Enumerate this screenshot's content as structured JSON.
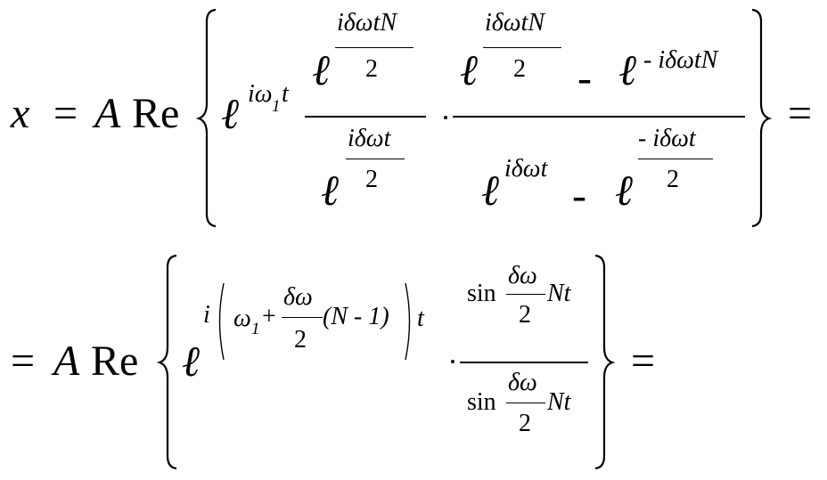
{
  "eq1": {
    "lhs_var": "x",
    "equals": "=",
    "A": "A",
    "Re": "Re",
    "ell": "ℓ",
    "exp_pre": "iω",
    "exp_sub": "1",
    "exp_t": "t",
    "exp_num": "iδωtN",
    "two": "2",
    "den_exp_num": "iδωt",
    "minus": "-",
    "neg_exp": "- iδωtN",
    "den2_exp": "iδωt",
    "neg_half_exp": "- iδωt",
    "equals_end": "="
  },
  "eq2": {
    "equals": "=",
    "A": "A",
    "Re": "Re",
    "ell": "ℓ",
    "i": "i",
    "omega": "ω",
    "sub1": "1",
    "plus": "+",
    "dw": "δω",
    "two": "2",
    "n_minus_1": "(N - 1)",
    "t": "t",
    "sin": "sin",
    "Nt": "Nt",
    "equals_end": "="
  }
}
